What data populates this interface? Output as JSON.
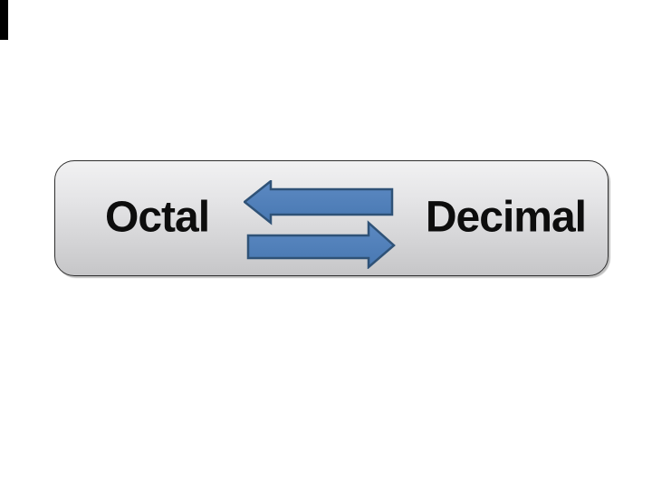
{
  "diagram": {
    "left_label": "Octal",
    "right_label": "Decimal",
    "arrows": {
      "left_arrow_meaning": "decimal-to-octal",
      "right_arrow_meaning": "octal-to-decimal"
    }
  },
  "colors": {
    "page_bg": "#ffffff",
    "corner_mark": "#000000",
    "card_border": "#2e2e2e",
    "card_gradient_top": "#f1f1f2",
    "card_gradient_bottom": "#c6c6c8",
    "label_color": "#0d0d0d",
    "arrow_fill_top": "#5c89c2",
    "arrow_fill_bottom": "#4878b2",
    "arrow_stroke": "#2f5277"
  }
}
